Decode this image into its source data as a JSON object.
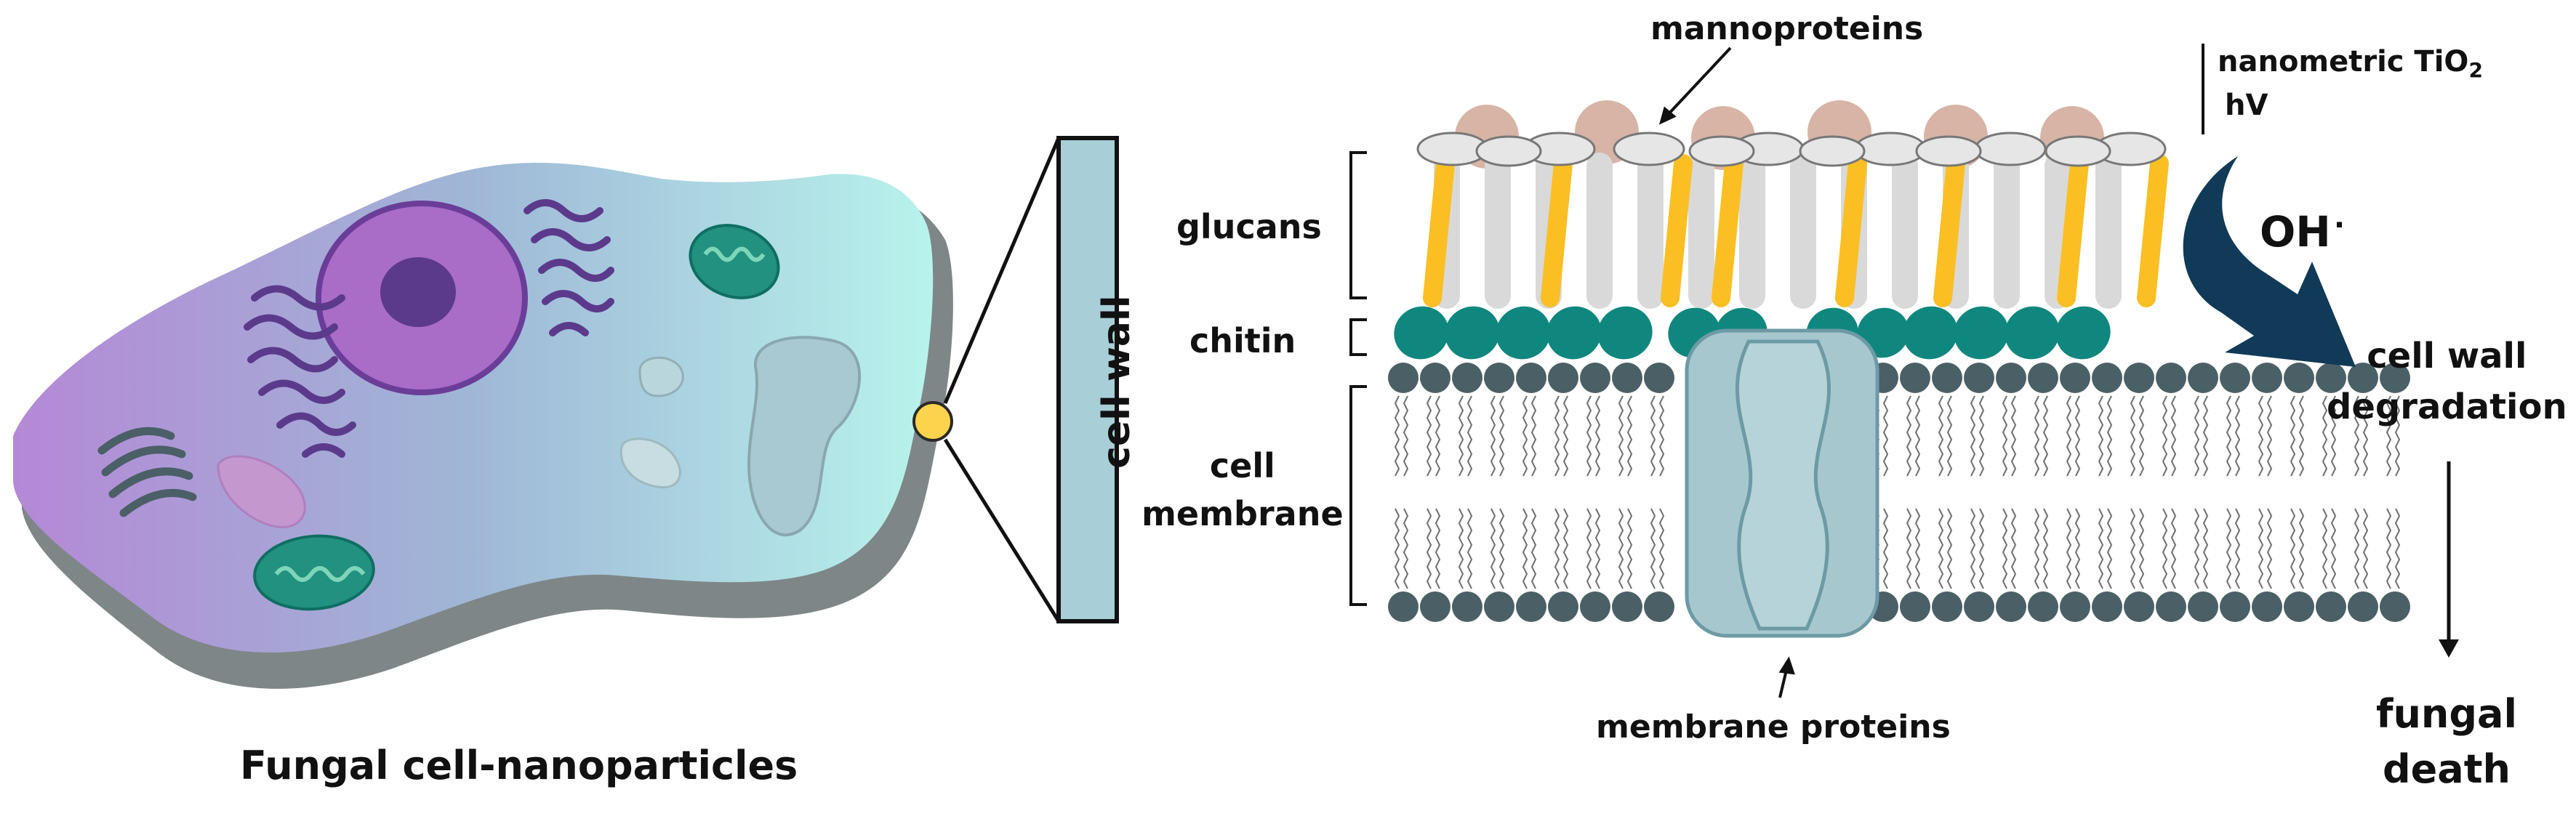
{
  "labels": {
    "glucans": "glucans",
    "chitin": "chitin",
    "cell_membrane": "cell membrane",
    "cell_wall": "cell wall",
    "mannoproteins": "mannoproteins",
    "membrane_proteins": "membrane proteins",
    "nanometric_tio2": "nanometric TiO",
    "nanometric_tio2_subscript": "2",
    "hv": "hV",
    "oh_radical": "OH",
    "oh_radical_dot": "·",
    "cell_wall_degradation": "cell wall degradation",
    "fungal_death": "fungal death",
    "caption": "Fungal cell-nanoparticles"
  },
  "colors": {
    "glucan_grey": "#d9d9d9",
    "glucan_yellow": "#fbbf24",
    "mannoprotein": "#d8b4a6",
    "chitin_teal": "#0f877f",
    "lipid_head": "#4b5f66",
    "membrane_protein": "#a7c7ce",
    "nanoparticle": "#fcd34d",
    "cell_purple": "#a96cc7",
    "cell_cyan": "#b2efe8",
    "organelle_purple": "#5b3a8c",
    "mitochondria_green": "#22917f",
    "arrow_navy": "#103a57"
  },
  "icons": [
    "fungal-cell",
    "nanoparticle",
    "mannoprotein",
    "glucan-chain",
    "chitin-unit",
    "lipid-bilayer",
    "membrane-protein-channel",
    "reaction-arrow"
  ]
}
